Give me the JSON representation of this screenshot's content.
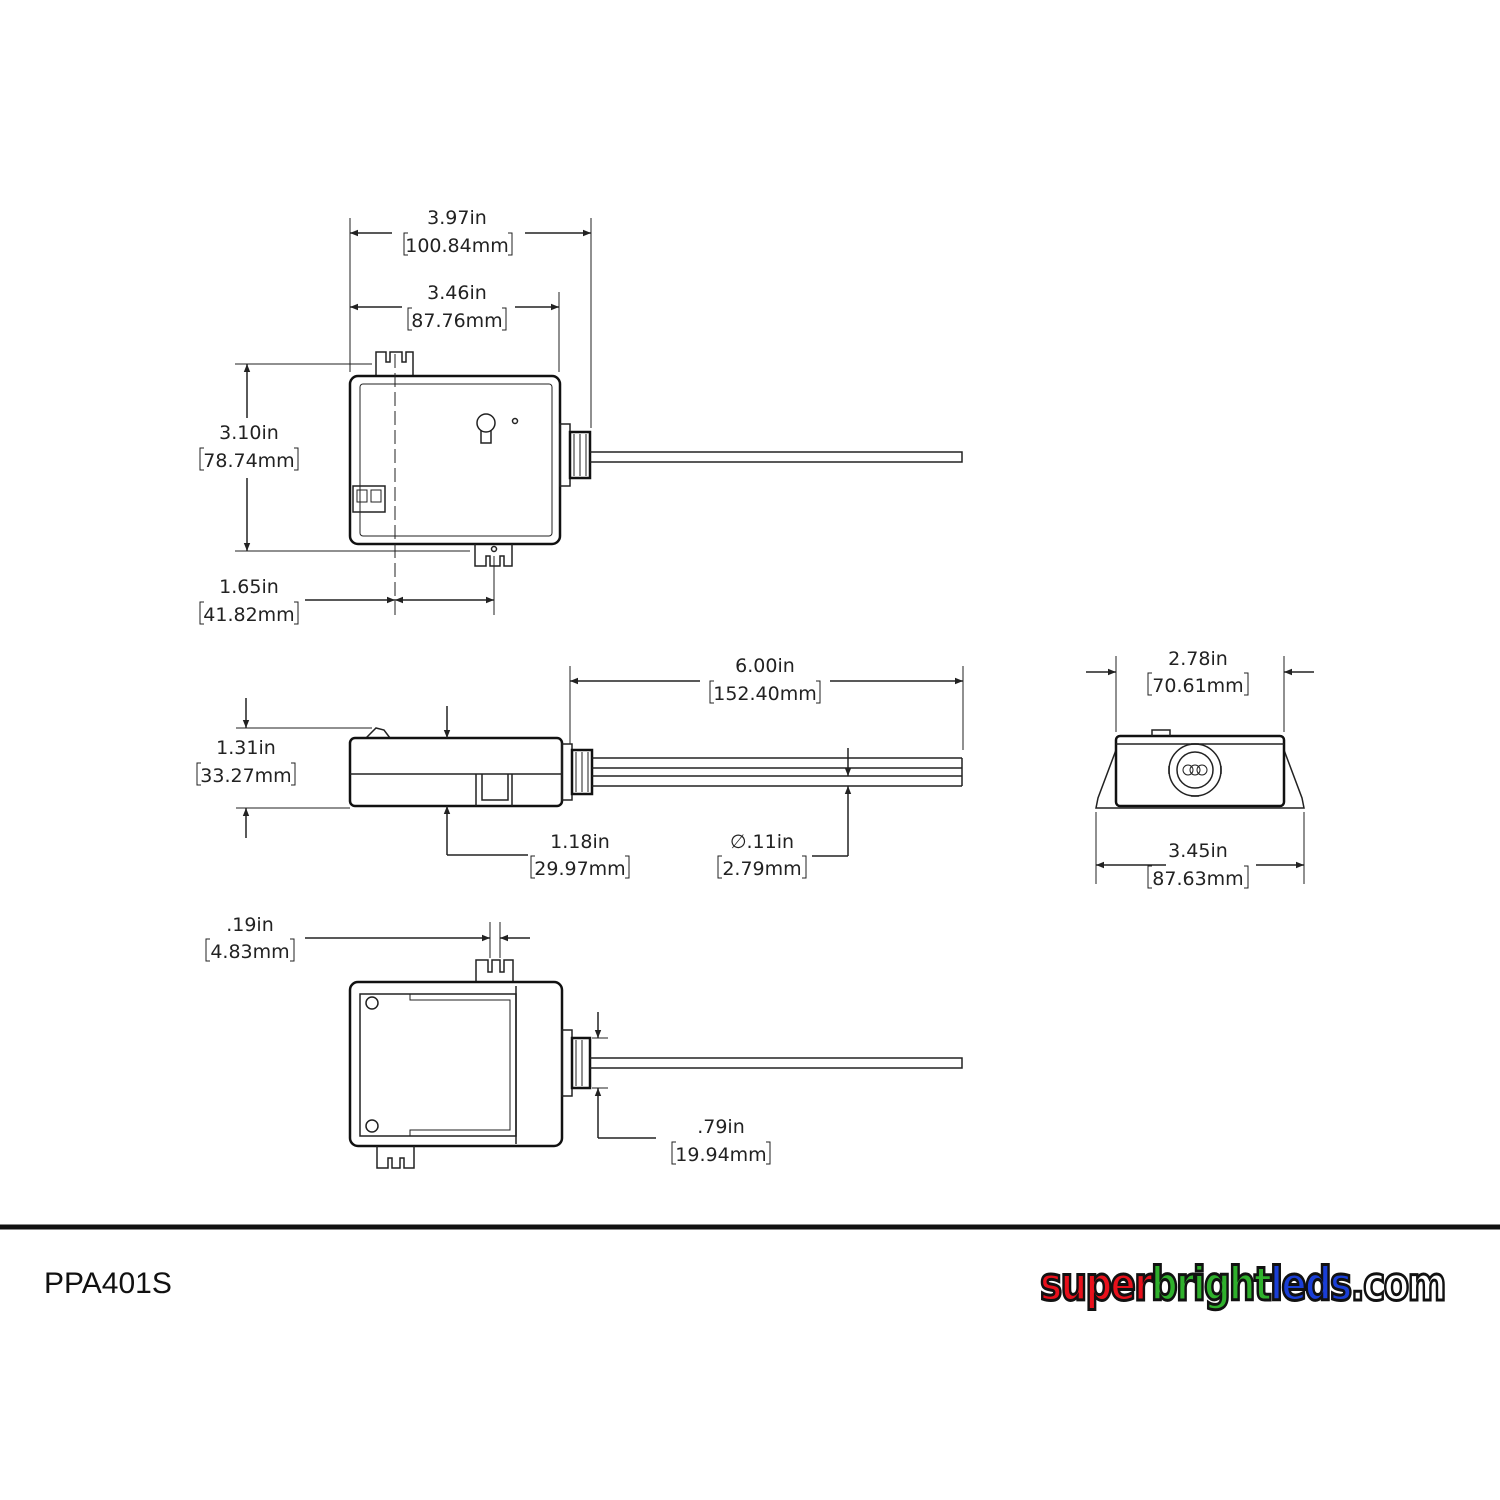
{
  "dimensions": {
    "top_overall_width": {
      "imperial": "3.97in",
      "metric": "100.84mm"
    },
    "top_body_width": {
      "imperial": "3.46in",
      "metric": "87.76mm"
    },
    "top_height": {
      "imperial": "3.10in",
      "metric": "78.74mm"
    },
    "top_tab_offset": {
      "imperial": "1.65in",
      "metric": "41.82mm"
    },
    "lead_length": {
      "imperial": "6.00in",
      "metric": "152.40mm"
    },
    "side_height": {
      "imperial": "1.31in",
      "metric": "33.27mm"
    },
    "side_bracket_width": {
      "imperial": "1.18in",
      "metric": "29.97mm"
    },
    "wire_diameter": {
      "imperial": "∅.11in",
      "metric": "2.79mm"
    },
    "end_body_width": {
      "imperial": "2.78in",
      "metric": "70.61mm"
    },
    "end_overall_width": {
      "imperial": "3.45in",
      "metric": "87.63mm"
    },
    "tab_width": {
      "imperial": ".19in",
      "metric": "4.83mm"
    },
    "fitting_diameter": {
      "imperial": ".79in",
      "metric": "19.94mm"
    }
  },
  "footer": {
    "part_number": "PPA401S",
    "logo": {
      "parts": [
        "super",
        "bright",
        "leds",
        ".com"
      ],
      "colors": [
        "#e8101b",
        "#2fb02c",
        "#1a3fd6",
        "#ffffff"
      ]
    }
  }
}
